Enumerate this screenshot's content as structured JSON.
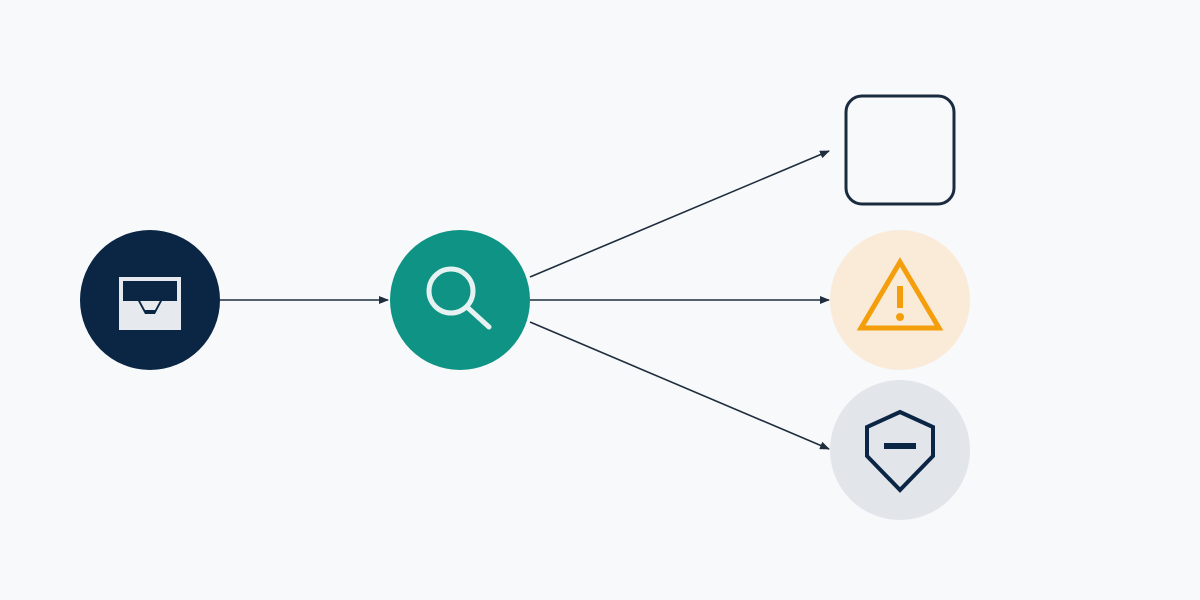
{
  "diagram": {
    "type": "flow",
    "nodes": [
      {
        "id": "inbox",
        "icon": "inbox-icon",
        "shape": "circle",
        "fill": "#0b2545",
        "icon_color": "#e6e9ee"
      },
      {
        "id": "search",
        "icon": "search-icon",
        "shape": "circle",
        "fill": "#0e9384",
        "icon_color": "#e6f2f1"
      },
      {
        "id": "empty",
        "icon": "",
        "shape": "rounded-square",
        "fill": "#f7f9fb",
        "stroke": "#1b2b3f"
      },
      {
        "id": "warning",
        "icon": "warning-icon",
        "shape": "circle",
        "fill": "#f9ebd8",
        "icon_color": "#f59e0b"
      },
      {
        "id": "blocked",
        "icon": "shield-minus-icon",
        "shape": "circle",
        "fill": "#e2e5ea",
        "icon_color": "#0b2545"
      }
    ],
    "edges": [
      {
        "from": "inbox",
        "to": "search"
      },
      {
        "from": "search",
        "to": "empty"
      },
      {
        "from": "search",
        "to": "warning"
      },
      {
        "from": "search",
        "to": "blocked"
      }
    ],
    "edge_color": "#1f2d3d",
    "background": "#f7f9fb"
  }
}
